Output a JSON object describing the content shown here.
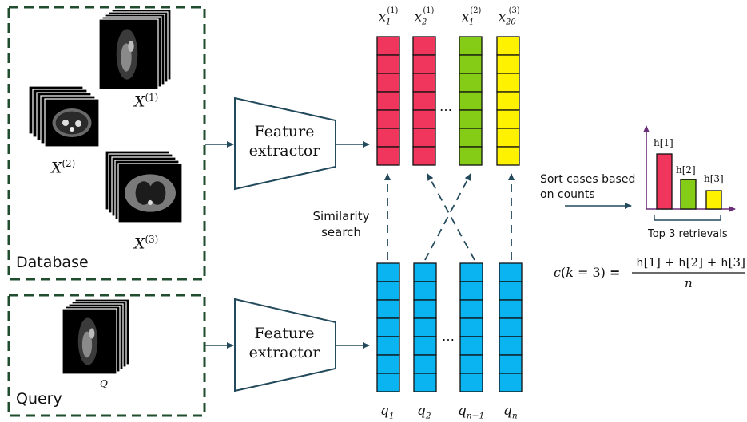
{
  "database": {
    "label": "Database"
  },
  "query": {
    "label": "Query",
    "image_label": "Q"
  },
  "database_images": [
    {
      "label_base": "X",
      "label_sup": "(1)"
    },
    {
      "label_base": "X",
      "label_sup": "(2)"
    },
    {
      "label_base": "X",
      "label_sup": "(3)"
    }
  ],
  "feature_extractor": {
    "top_label": "Feature extractor",
    "bottom_label": "Feature extractor"
  },
  "database_vectors": [
    {
      "base": "x",
      "sub": "1",
      "sup": "(1)",
      "color": "#f0365c"
    },
    {
      "base": "x",
      "sub": "2",
      "sup": "(1)",
      "color": "#f0365c"
    },
    {
      "base": "x",
      "sub": "1",
      "sup": "(2)",
      "color": "#84cc16"
    },
    {
      "base": "x",
      "sub": "20",
      "sup": "(3)",
      "color": "#fef200"
    }
  ],
  "query_vectors": [
    {
      "base": "q",
      "sub": "1",
      "color": "#0ab4f0"
    },
    {
      "base": "q",
      "sub": "2",
      "color": "#0ab4f0"
    },
    {
      "base": "q",
      "sub": "n−1",
      "color": "#0ab4f0"
    },
    {
      "base": "q",
      "sub": "n",
      "color": "#0ab4f0"
    }
  ],
  "ellipsis": "…",
  "similarity_search": {
    "line1": "Similarity",
    "line2": "search"
  },
  "sort_label": {
    "line1": "Sort cases based",
    "line2": "on counts"
  },
  "histogram": {
    "bars": [
      {
        "label": "h[1]",
        "color": "#f0365c",
        "value": 3
      },
      {
        "label": "h[2]",
        "color": "#84cc16",
        "value": 1.6
      },
      {
        "label": "h[3]",
        "color": "#fef200",
        "value": 1
      }
    ],
    "caption": "Top 3 retrievals",
    "axis_color": "#6b2f7a"
  },
  "formula": {
    "lhs": "c(k = 3) =",
    "numerator": "h[1] + h[2] + h[3]",
    "denominator": "n"
  },
  "colors": {
    "dashed_border": "#1f4d2e",
    "arrow": "#234a5c"
  }
}
